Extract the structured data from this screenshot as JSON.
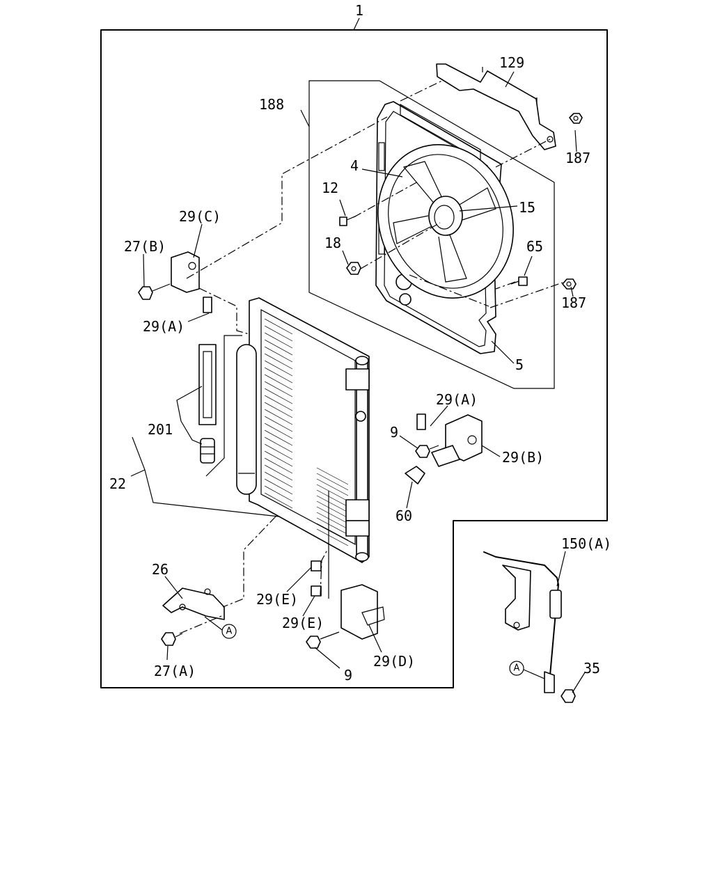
{
  "diagram": {
    "labels": {
      "l1": "1",
      "l129": "129",
      "l188": "188",
      "l187a": "187",
      "l4": "4",
      "l12": "12",
      "l15": "15",
      "l29c": "29(C)",
      "l27b": "27(B)",
      "l18": "18",
      "l65": "65",
      "l187b": "187",
      "l29a_left": "29(A)",
      "l5": "5",
      "l29a_right": "29(A)",
      "l201": "201",
      "l9_right": "9",
      "l29b": "29(B)",
      "l22": "22",
      "l60": "60",
      "l150a": "150(A)",
      "l26": "26",
      "l29e_1": "29(E)",
      "l29e_2": "29(E)",
      "l27a": "27(A)",
      "l9_bottom": "9",
      "l29d": "29(D)",
      "l35": "35",
      "ref_a_1": "A",
      "ref_a_2": "A"
    }
  }
}
